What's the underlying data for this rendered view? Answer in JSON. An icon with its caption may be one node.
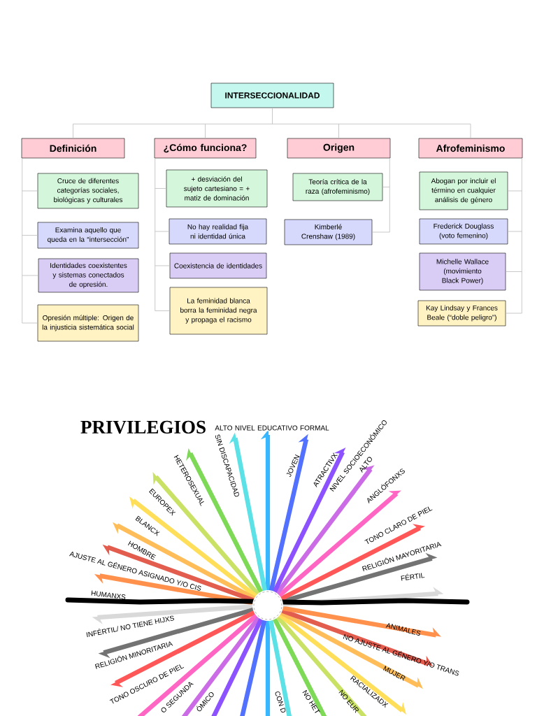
{
  "diagram": {
    "nodes": [
      {
        "text": [
          "INTERSECCIONALIDAD"
        ]
      },
      {
        "text": [
          "Definición"
        ]
      },
      {
        "text": [
          "¿Cómo funciona?"
        ]
      },
      {
        "text": [
          "Origen"
        ]
      },
      {
        "text": [
          "Afrofeminismo"
        ]
      },
      {
        "text": [
          "Cruce de diferentes categorías sociales, biológicas y culturales"
        ]
      },
      {
        "text": [
          "Examina aquello que queda en la “intersección”"
        ]
      },
      {
        "text": [
          "Identidades coexistentes y sistemas conectados de opresión."
        ]
      },
      {
        "text": [
          "Opresión múltiple: Origen de la injusticia sistemática social"
        ]
      },
      {
        "text": [
          "+ desviación del sujeto cartesiano = + matiz de dominación"
        ]
      },
      {
        "text": [
          "No hay realidad fija ni identidad única"
        ]
      },
      {
        "text": [
          "Coexistencia de identidades"
        ]
      },
      {
        "text": [
          "La feminidad blanca borra la feminidad negra y propaga el racismo"
        ]
      },
      {
        "text": [
          "Teoría crítica de la raza (afrofeminismo)"
        ]
      },
      {
        "text": [
          "Kimberlé Crenshaw (1989)"
        ]
      },
      {
        "text": [
          "Abogan por incluir el término en cualquier análisis de género"
        ]
      },
      {
        "text": [
          "Frederick Douglass (voto femenino)"
        ]
      },
      {
        "text": [
          "Michelle Wallace (movimiento Black Power)"
        ]
      },
      {
        "text": [
          "Kay Lindsay y Frances Beale (“doble peligro”)"
        ]
      }
    ],
    "edges": [
      {
        "from": 0,
        "to": 1,
        "arrow": "none"
      },
      {
        "from": 0,
        "to": 2,
        "arrow": "none"
      },
      {
        "from": 0,
        "to": 3,
        "arrow": "none"
      },
      {
        "from": 0,
        "to": 4,
        "arrow": "none"
      },
      {
        "from": 1,
        "to": 5,
        "arrow": "none"
      },
      {
        "from": 1,
        "to": 6,
        "arrow": "none"
      },
      {
        "from": 1,
        "to": 7,
        "arrow": "none"
      },
      {
        "from": 1,
        "to": 8,
        "arrow": "none"
      },
      {
        "from": 2,
        "to": 9,
        "arrow": "none"
      },
      {
        "from": 2,
        "to": 10,
        "arrow": "none"
      },
      {
        "from": 2,
        "to": 11,
        "arrow": "none"
      },
      {
        "from": 2,
        "to": 12,
        "arrow": "none"
      },
      {
        "from": 3,
        "to": 13,
        "arrow": "none"
      },
      {
        "from": 3,
        "to": 14,
        "arrow": "none"
      },
      {
        "from": 4,
        "to": 15,
        "arrow": "none"
      },
      {
        "from": 4,
        "to": 16,
        "arrow": "none"
      },
      {
        "from": 4,
        "to": 17,
        "arrow": "none"
      },
      {
        "from": 4,
        "to": 18,
        "arrow": "none"
      }
    ],
    "labels": [
      "PRIVILEGIOS",
      "ALTO NIVEL EDUCATIVO FORMAL",
      "HETEROSEXUAL",
      "SIN DISCAPACIDAD",
      "EUROPEX",
      "BLANCX",
      "HOMBRE",
      "AJUSTE AL GÉNERO ASIGNADO Y/O CIS",
      "HUMANXS",
      "INFÉRTIL/ NO TIENE HIJXS",
      "RELIGIÓN MINORITARIA",
      "TONO OSCURO DE PIEL",
      "O SEGUNDA",
      "ÓMICO",
      "CON D",
      "NO HET",
      "NO EUR",
      "RACIALIZADX",
      "MUJER",
      "NO AJUSTE AL GÉNERO Y/O TRANS",
      "ANIMALES",
      "FÉRTIL",
      "RELIGIÓN MAYORITARIA",
      "TONO CLARO DE PIEL",
      "ANGLÓFONXS",
      "NIVEL SOCIOECONÓMICO",
      "ALTO",
      "ATRACTIVX",
      "JOVEN"
    ]
  }
}
